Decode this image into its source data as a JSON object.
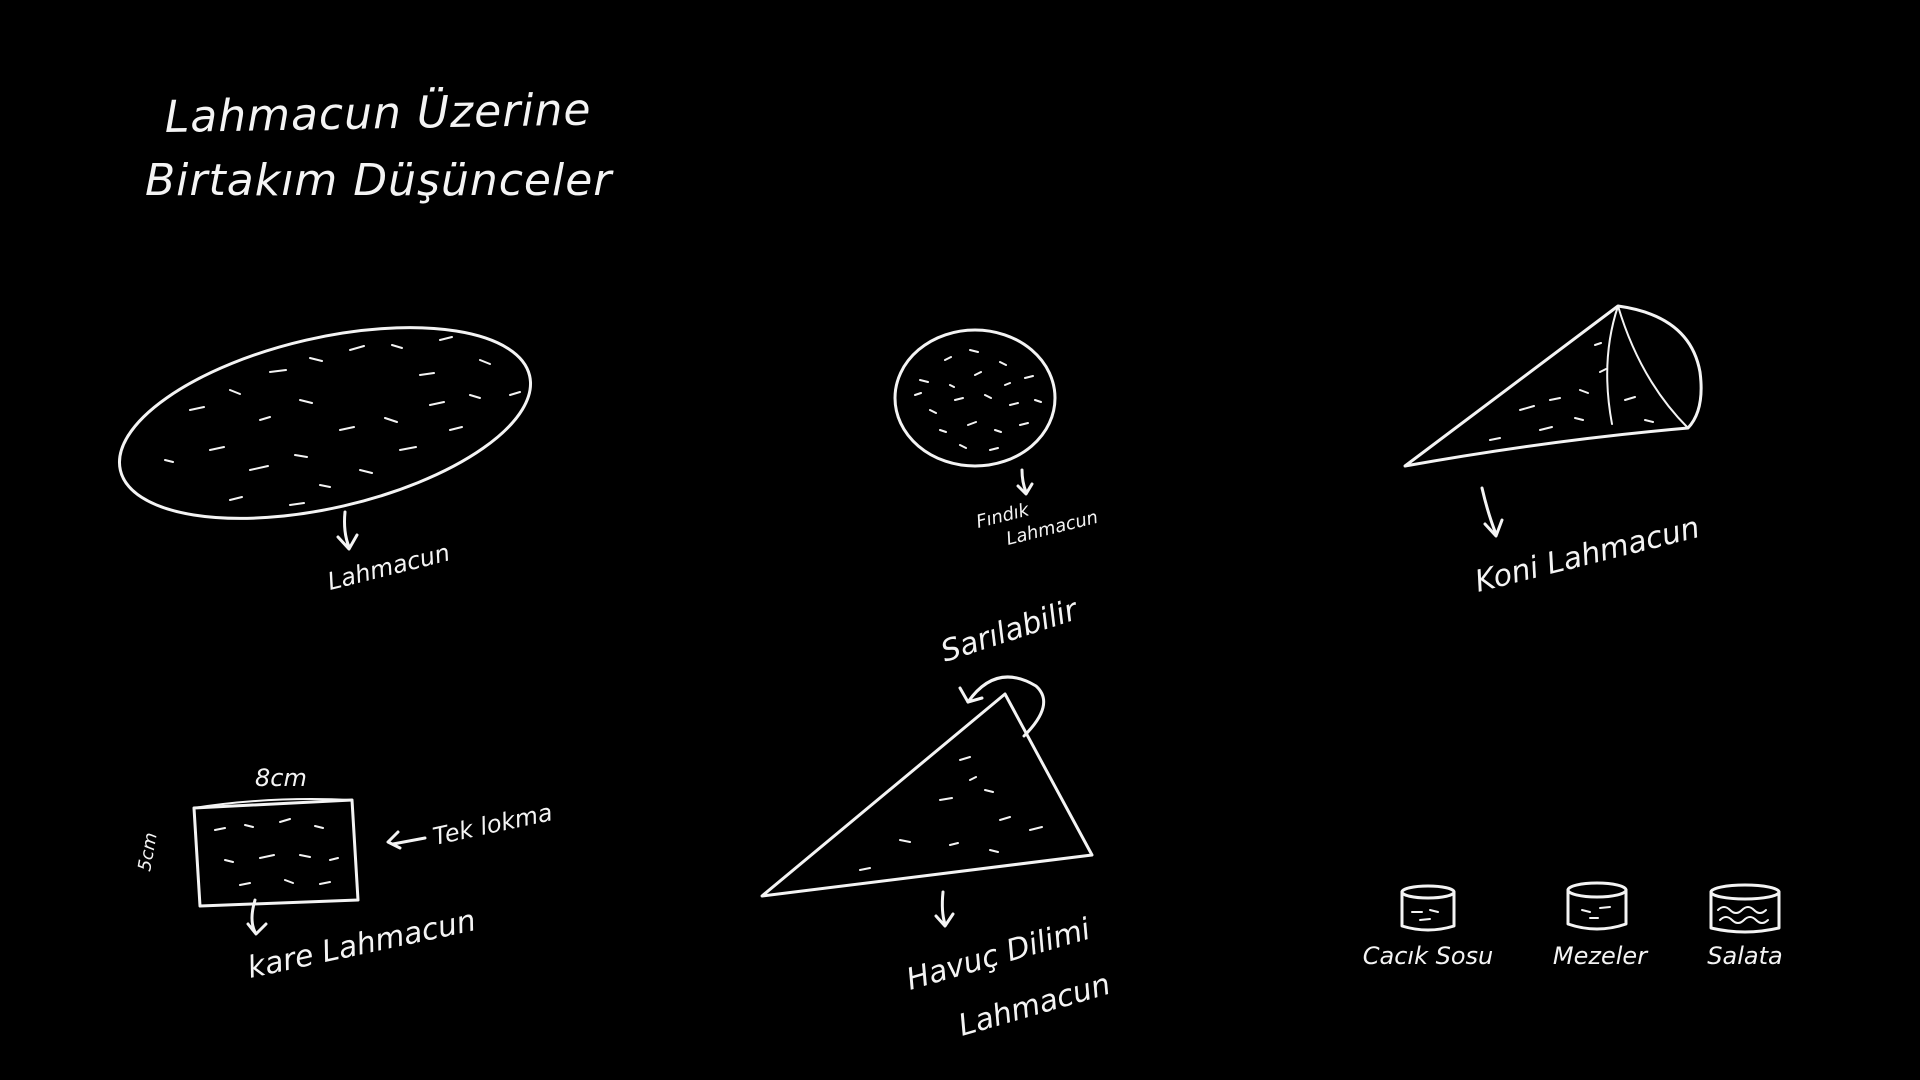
{
  "title": {
    "line1": "Lahmacun Üzerine",
    "line2": "Birtakım Düşünceler"
  },
  "labels": {
    "lahmacun": "Lahmacun",
    "findik_line1": "Fındık",
    "findik_line2": "Lahmacun",
    "koni": "Koni Lahmacun",
    "kare": "kare Lahmacun",
    "kare_width": "8cm",
    "kare_height": "5cm",
    "tek_lokma": "Tek lokma",
    "sarilabilir": "Sarılabilir",
    "havuc_line1": "Havuç Dilimi",
    "havuc_line2": "Lahmacun",
    "cacik": "Cacık Sosu",
    "mezeler": "Mezeler",
    "salata": "Salata"
  },
  "colors": {
    "background": "#000000",
    "chalk": "#f4f4f4"
  }
}
